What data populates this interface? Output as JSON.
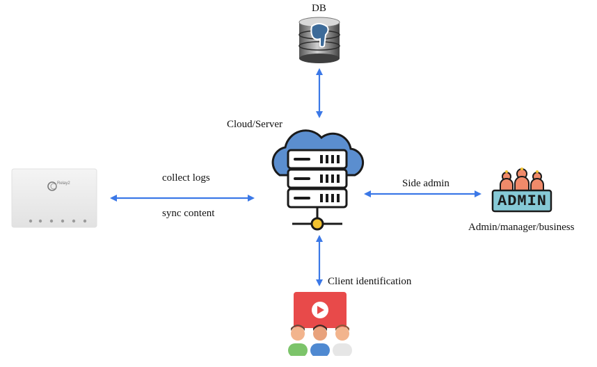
{
  "diagram": {
    "db_label": "DB",
    "server_label": "Cloud/Server",
    "link_device": {
      "top_label": "collect logs",
      "bottom_label": "sync content"
    },
    "link_admin": {
      "label": "Side admin"
    },
    "admin_label": "Admin/manager/business",
    "admin_badge_text": "ADMIN",
    "link_client": {
      "label": "Client identification"
    },
    "device_brand_text": "Relay2",
    "colors": {
      "arrow": "#3b78e7",
      "cloud": "#5b8ecf",
      "server": "#ffffff",
      "server_outline": "#1a1a1a",
      "node_dot": "#f2c230",
      "video_red": "#e84a4a",
      "admin_badge": "#86c9d6",
      "admin_people": "#f08a6a"
    },
    "icons": [
      "database-icon",
      "cloud-server-icon",
      "router-device-icon",
      "admin-icon",
      "video-audience-icon"
    ]
  }
}
